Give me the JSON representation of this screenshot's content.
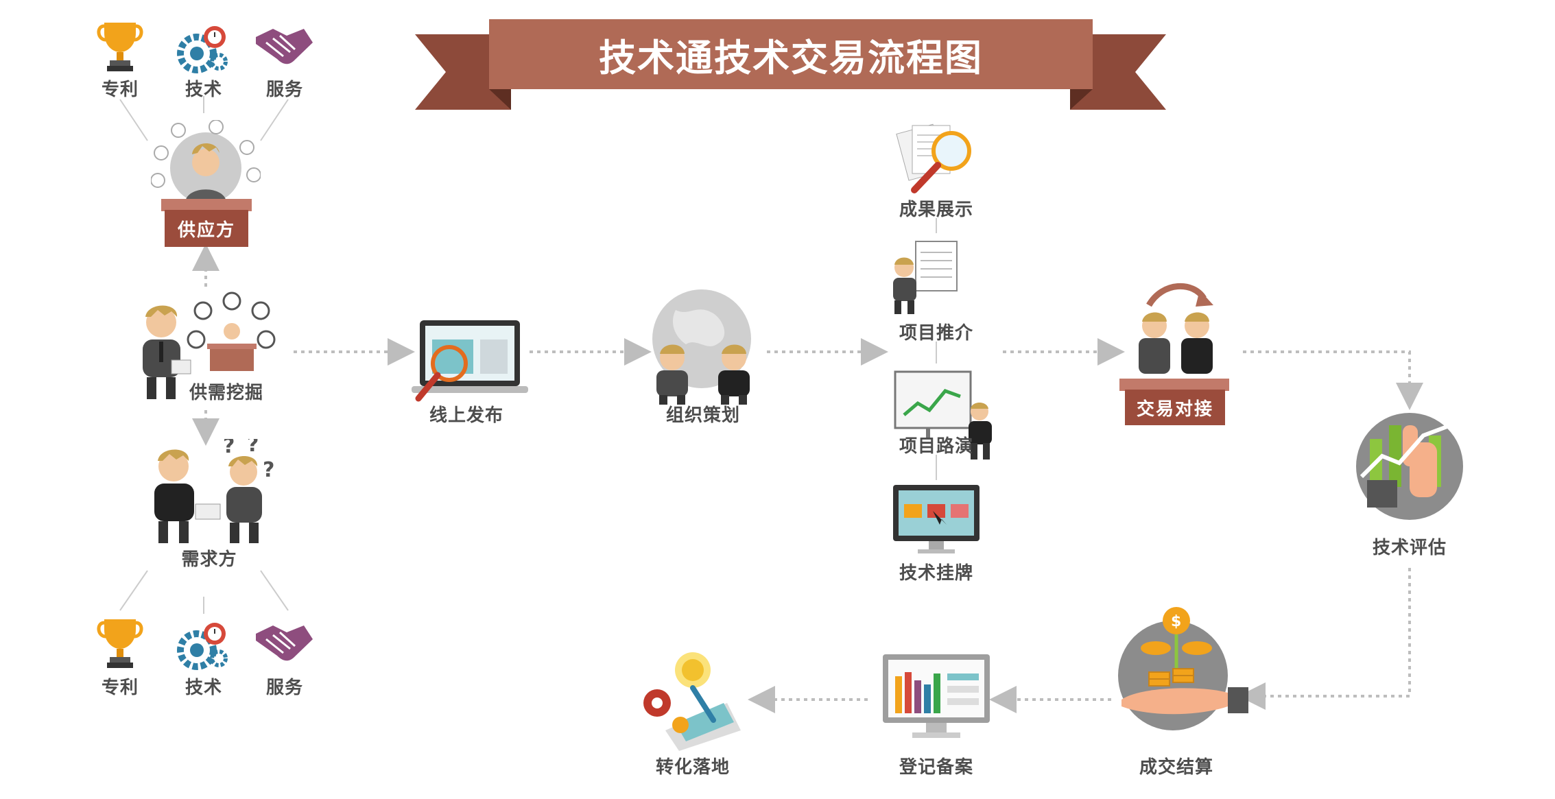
{
  "title": "技术通技术交易流程图",
  "colors": {
    "ribbon_main": "#b06a56",
    "ribbon_dark": "#8d4a3a",
    "plaque": "#9b4c3c",
    "arrow": "#bdbdbd",
    "label": "#4d4d4d"
  },
  "icons_top": [
    {
      "label": "专利",
      "icon": "trophy-icon"
    },
    {
      "label": "技术",
      "icon": "gears-icon"
    },
    {
      "label": "服务",
      "icon": "handshake-icon"
    }
  ],
  "icons_bottom": [
    {
      "label": "专利",
      "icon": "trophy-icon"
    },
    {
      "label": "技术",
      "icon": "gears-icon"
    },
    {
      "label": "服务",
      "icon": "handshake-icon"
    }
  ],
  "supplier": {
    "label": "供应方"
  },
  "mining": {
    "label": "供需挖掘"
  },
  "demander": {
    "label": "需求方"
  },
  "steps": {
    "online": "线上发布",
    "organize": "组织策划",
    "results": "成果展示",
    "recommend": "项目推介",
    "roadshow": "项目路演",
    "listing": "技术挂牌",
    "match": "交易对接",
    "evaluate": "技术评估",
    "settle": "成交结算",
    "register": "登记备案",
    "transform": "转化落地"
  }
}
